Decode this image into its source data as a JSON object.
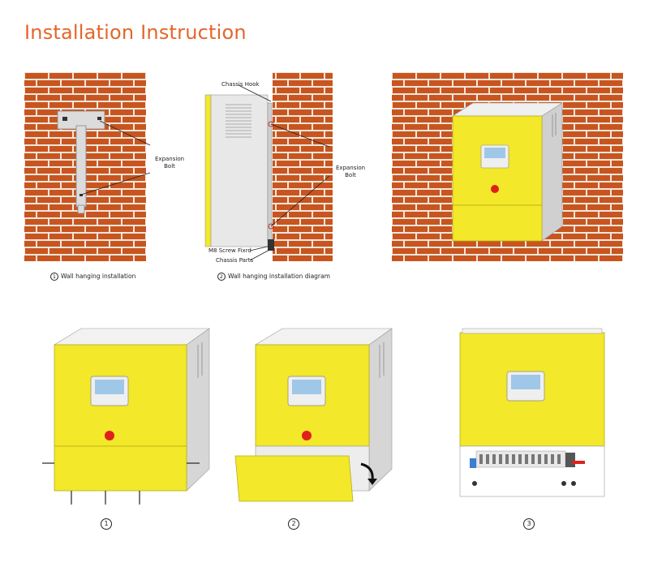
{
  "title": "Installation Instruction",
  "top_captions": [
    {
      "num": "1",
      "text": "Wall hanging installation"
    },
    {
      "num": "2",
      "text": "Wall hanging installation diagram"
    }
  ],
  "diagram_labels": {
    "panel1_expansion_bolt": "Expansion\nBolt",
    "chassis_hook": "Chassis Hook",
    "panel2_expansion_bolt": "Expansion\nBolt",
    "m8_screw": "M8 Screw Fixrd",
    "chassis_parts": "Chassis Parts"
  },
  "bottom_steps": [
    "1",
    "2",
    "3"
  ],
  "colors": {
    "title": "#e4662a",
    "brick": "#c8551f",
    "mortar": "#f0e6dc",
    "device_yellow": "#f3e829",
    "device_gray": "#dcdcdc",
    "button_red": "#e0211b",
    "screen_blue": "#9fc7e8"
  }
}
